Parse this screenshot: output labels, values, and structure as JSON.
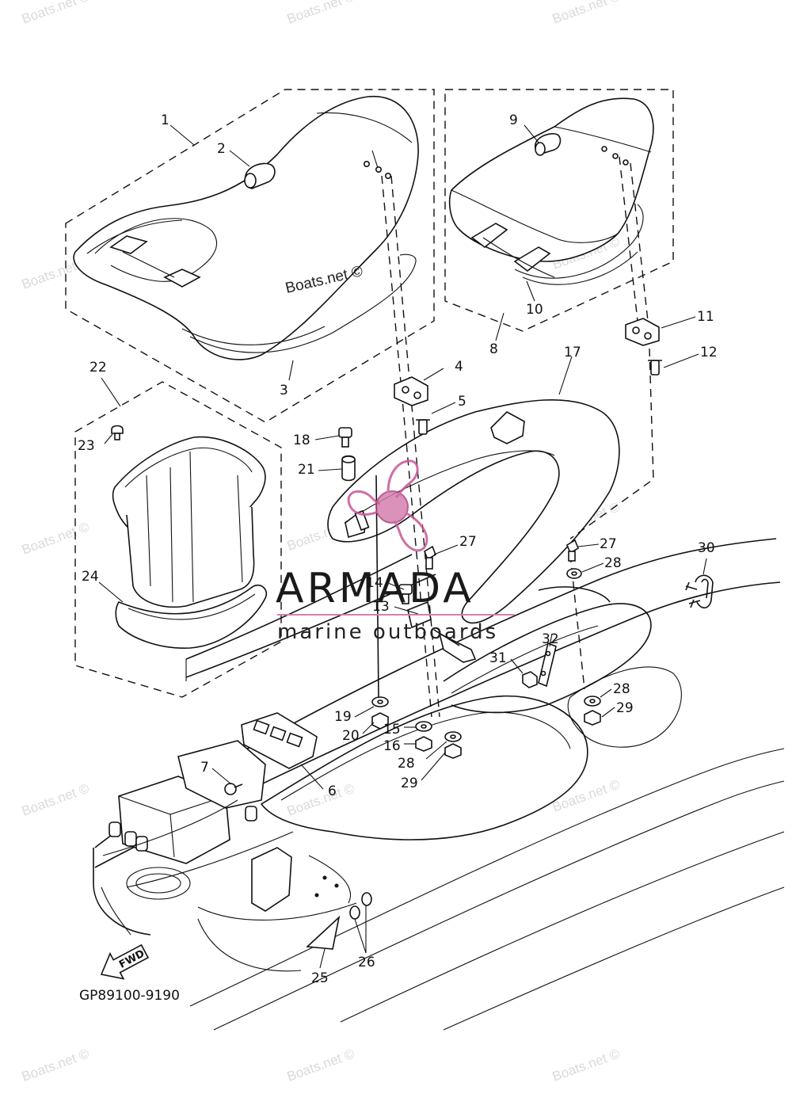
{
  "diagram": {
    "drawing_code": "GP89100-9190",
    "fwd_label": "FWD",
    "brand": {
      "name": "ARMADA",
      "tagline": "marine outboards"
    },
    "watermarks": {
      "center": "Boats.net ©",
      "tile": "Boats.net ©"
    },
    "callouts": [
      {
        "id": "1",
        "label": "1"
      },
      {
        "id": "2",
        "label": "2"
      },
      {
        "id": "3",
        "label": "3"
      },
      {
        "id": "4",
        "label": "4"
      },
      {
        "id": "5",
        "label": "5"
      },
      {
        "id": "6",
        "label": "6"
      },
      {
        "id": "7",
        "label": "7"
      },
      {
        "id": "8",
        "label": "8"
      },
      {
        "id": "9",
        "label": "9"
      },
      {
        "id": "10",
        "label": "10"
      },
      {
        "id": "11",
        "label": "11"
      },
      {
        "id": "12",
        "label": "12"
      },
      {
        "id": "13",
        "label": "13"
      },
      {
        "id": "14",
        "label": "14"
      },
      {
        "id": "15",
        "label": "15"
      },
      {
        "id": "16",
        "label": "16"
      },
      {
        "id": "17",
        "label": "17"
      },
      {
        "id": "18",
        "label": "18"
      },
      {
        "id": "19",
        "label": "19"
      },
      {
        "id": "20",
        "label": "20"
      },
      {
        "id": "21",
        "label": "21"
      },
      {
        "id": "22",
        "label": "22"
      },
      {
        "id": "23",
        "label": "23"
      },
      {
        "id": "24",
        "label": "24"
      },
      {
        "id": "25",
        "label": "25"
      },
      {
        "id": "26",
        "label": "26"
      },
      {
        "id": "27a",
        "label": "27"
      },
      {
        "id": "27b",
        "label": "27"
      },
      {
        "id": "28a",
        "label": "28"
      },
      {
        "id": "28b",
        "label": "28"
      },
      {
        "id": "28c",
        "label": "28"
      },
      {
        "id": "29a",
        "label": "29"
      },
      {
        "id": "29b",
        "label": "29"
      },
      {
        "id": "30",
        "label": "30"
      },
      {
        "id": "31",
        "label": "31"
      },
      {
        "id": "32",
        "label": "32"
      }
    ]
  }
}
